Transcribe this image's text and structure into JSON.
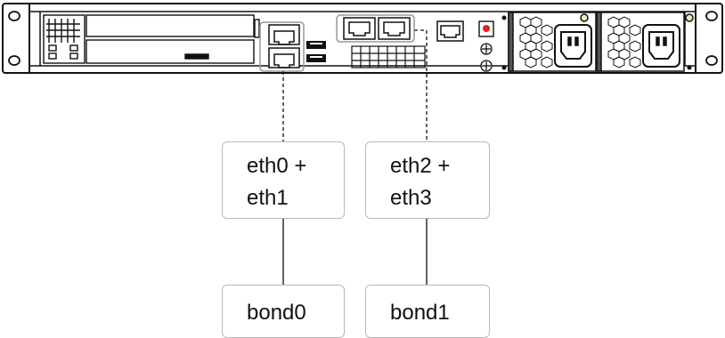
{
  "interfaces": {
    "group_a": {
      "line1": "eth0 +",
      "line2": "eth1"
    },
    "group_b": {
      "line1": "eth2 +",
      "line2": "eth3"
    }
  },
  "bonds": {
    "bond_a": "bond0",
    "bond_b": "bond1"
  }
}
